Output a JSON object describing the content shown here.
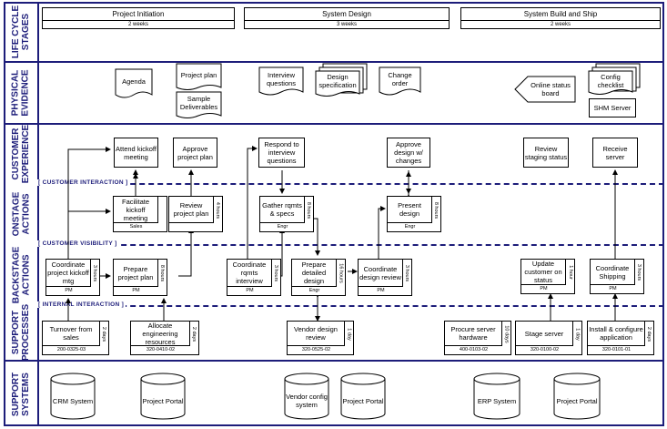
{
  "lanes": {
    "life_cycle": "LIFE CYCLE\nSTAGES",
    "physical": "PHYSICAL\nEVIDENCE",
    "customer": "CUSTOMER\nEXPERIENCE",
    "onstage": "ONSTAGE\nACTIONS",
    "backstage": "BACKSTAGE\nACTIONS",
    "support_proc": "SUPPORT\nPROCESSES",
    "support_sys": "SUPPORT\nSYSTEMS"
  },
  "lines": {
    "customer_interaction": "[ CUSTOMER INTERACTION ]",
    "customer_visibility": "[ CUSTOMER VISIBILITY ]",
    "internal_interaction": "[ INTERNAL INTERACTION ]"
  },
  "stages": [
    {
      "name": "Project Initiation",
      "duration": "2 weeks"
    },
    {
      "name": "System Design",
      "duration": "3 weeks"
    },
    {
      "name": "System Build and Ship",
      "duration": "2 weeks"
    }
  ],
  "evidence": {
    "agenda": "Agenda",
    "project_plan": "Project plan",
    "sample_deliverables": "Sample Deliverables",
    "interview_questions": "Interview questions",
    "design_specification": "Design specification",
    "change_order": "Change order",
    "online_status_board": "Online status board",
    "config_checklist": "Config checklist",
    "shm_server": "SHM Server"
  },
  "customer": {
    "attend_kickoff": "Attend kickoff meeting",
    "approve_plan": "Approve project plan",
    "respond_questions": "Respond to interview questions",
    "approve_design": "Approve design w/ changes",
    "review_staging": "Review staging status",
    "receive_server": "Receive server"
  },
  "onstage": {
    "facilitate": {
      "text": "Facilitate kickoff meeting",
      "owner": "Sales",
      "dur": ""
    },
    "review_plan": {
      "text": "Review project plan",
      "owner": "",
      "dur": "4 hours"
    },
    "gather": {
      "text": "Gather rqmts & specs",
      "owner": "Engr",
      "dur": "8 hours"
    },
    "present": {
      "text": "Present design",
      "owner": "Engr",
      "dur": "8 hours"
    }
  },
  "backstage": {
    "coord_kickoff": {
      "text": "Coordinate project kickoff mtg",
      "owner": "PM",
      "dur": "3 hours"
    },
    "prepare_plan": {
      "text": "Prepare project plan",
      "owner": "PM",
      "dur": "8 hours"
    },
    "coord_interview": {
      "text": "Coordinate rqmts interview",
      "owner": "PM",
      "dur": "3 hours"
    },
    "prep_design": {
      "text": "Prepare detailed design",
      "owner": "Engr",
      "dur": "16 hours"
    },
    "coord_review": {
      "text": "Coordinate design review",
      "owner": "PM",
      "dur": "3 hours"
    },
    "update_status": {
      "text": "Update customer on status",
      "owner": "PM",
      "dur": "1 hour"
    },
    "coord_ship": {
      "text": "Coordinate Shipping",
      "owner": "PM",
      "dur": "3 hours"
    }
  },
  "support": {
    "turnover": {
      "text": "Turnover from sales",
      "owner": "200-0325-03",
      "dur": "2 days"
    },
    "allocate": {
      "text": "Allocate engineering resources",
      "owner": "320-0410-02",
      "dur": "2 days"
    },
    "vendor_review": {
      "text": "Vendor design review",
      "owner": "320-0525-02",
      "dur": "1 day"
    },
    "procure": {
      "text": "Procure server hardware",
      "owner": "400-0103-02",
      "dur": "10 days"
    },
    "stage": {
      "text": "Stage server",
      "owner": "320-0100-02",
      "dur": "1 day"
    },
    "install": {
      "text": "Install & configure application",
      "owner": "320-0101-01",
      "dur": "2 days"
    }
  },
  "systems": {
    "crm": "CRM System",
    "portal1": "Project Portal",
    "vendor_config": "Vendor config system",
    "portal2": "Project Portal",
    "erp": "ERP System",
    "portal3": "Project Portal"
  },
  "colors": {
    "frame": "#1d1d7a"
  }
}
